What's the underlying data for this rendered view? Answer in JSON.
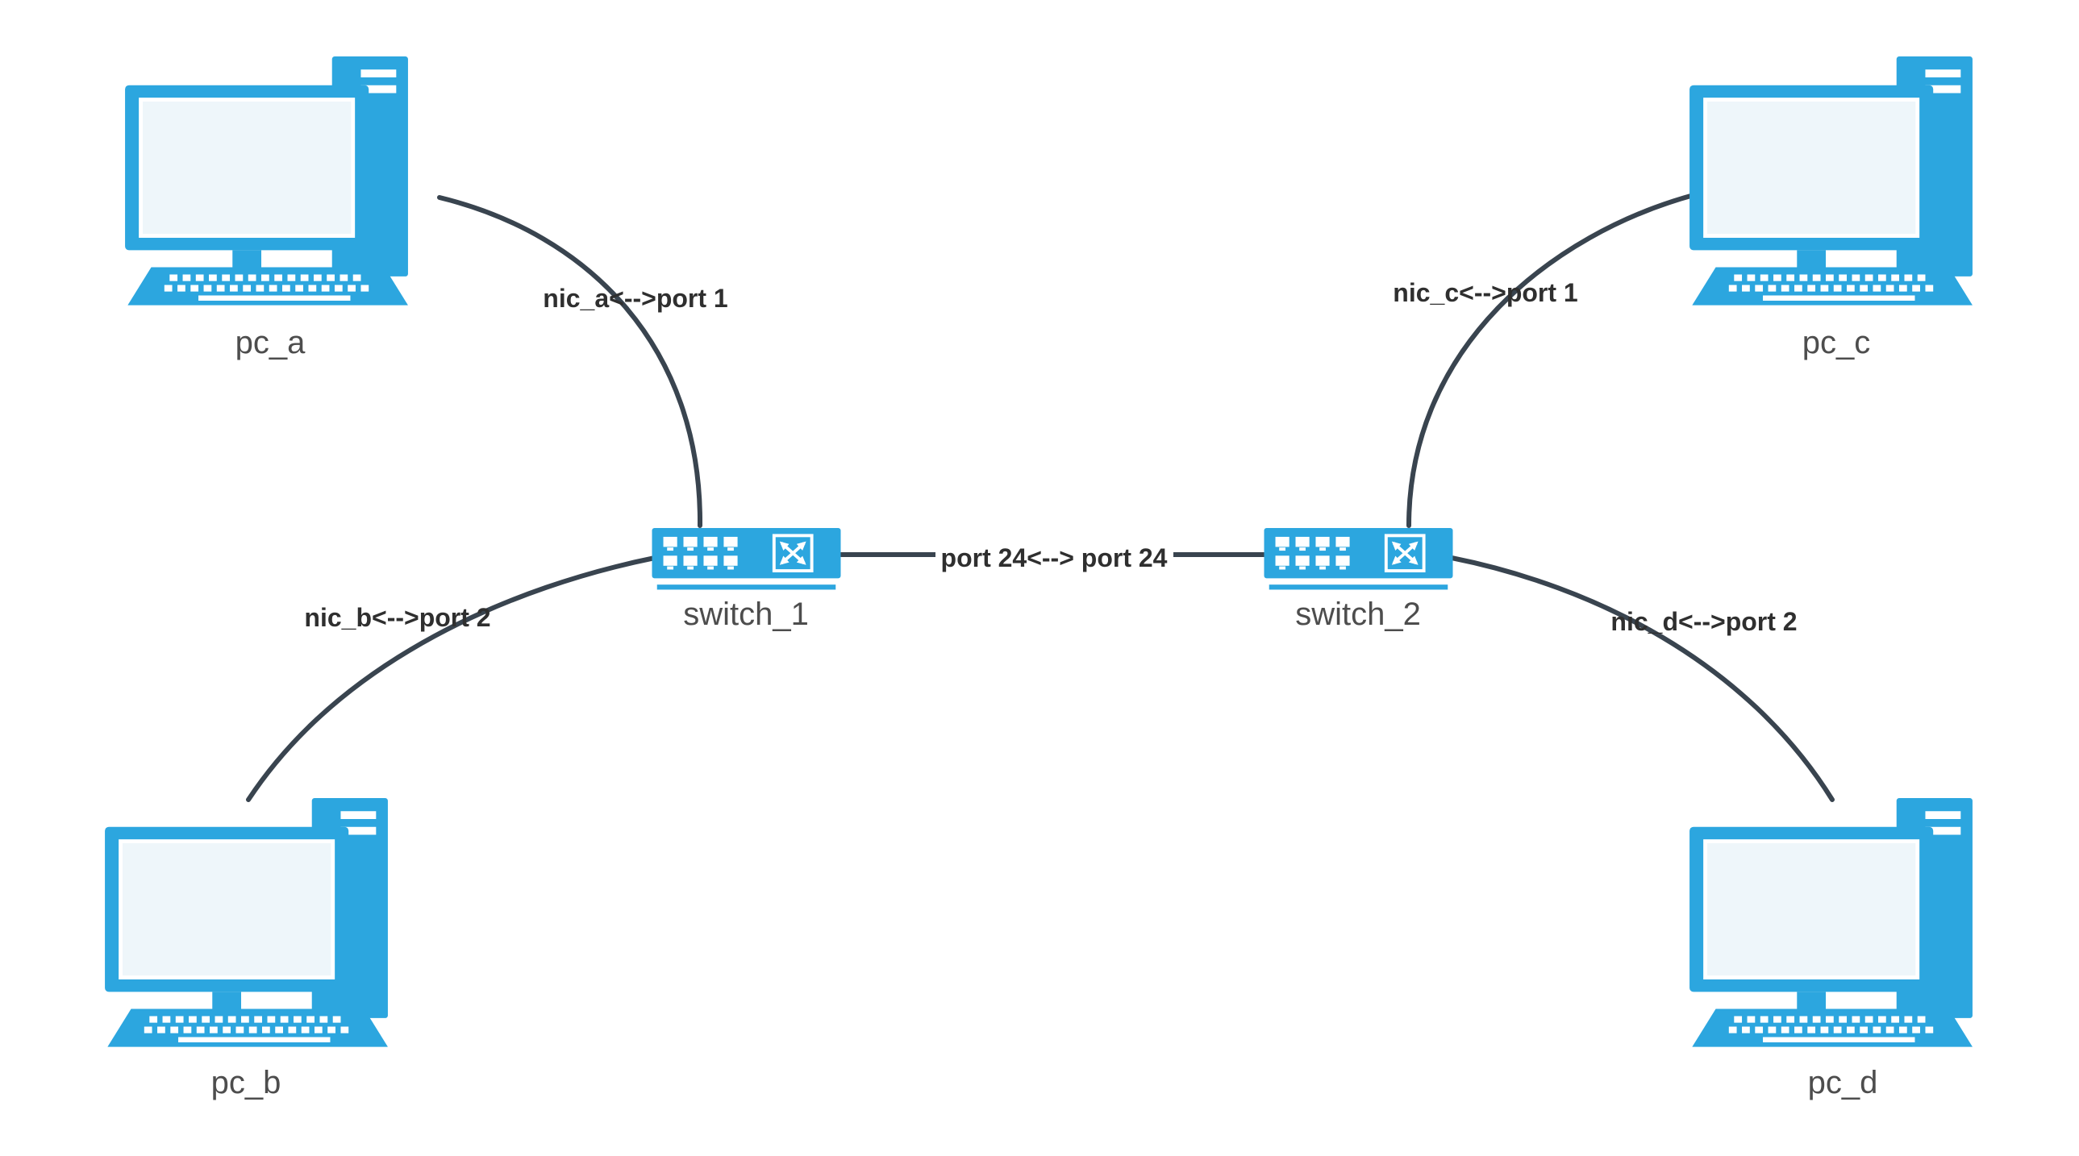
{
  "diagram": {
    "title": "network-topology",
    "colors": {
      "device_blue": "#2CA6DF",
      "screen_fill": "#EEF6FA",
      "edge_line": "#39444F",
      "node_label_text": "#4D4D4D",
      "edge_label_text": "#2F2F2F",
      "background": "#FFFFFF"
    },
    "nodes": [
      {
        "id": "pc_a",
        "kind": "pc",
        "label": "pc_a"
      },
      {
        "id": "pc_b",
        "kind": "pc",
        "label": "pc_b"
      },
      {
        "id": "pc_c",
        "kind": "pc",
        "label": "pc_c"
      },
      {
        "id": "pc_d",
        "kind": "pc",
        "label": "pc_d"
      },
      {
        "id": "switch_1",
        "kind": "switch",
        "label": "switch_1"
      },
      {
        "id": "switch_2",
        "kind": "switch",
        "label": "switch_2"
      }
    ],
    "edges": [
      {
        "from": "pc_a",
        "to": "switch_1",
        "label": "nic_a<-->port 1"
      },
      {
        "from": "pc_b",
        "to": "switch_1",
        "label": "nic_b<-->port 2"
      },
      {
        "from": "switch_1",
        "to": "switch_2",
        "label": "port 24<--> port 24"
      },
      {
        "from": "pc_c",
        "to": "switch_2",
        "label": "nic_c<-->port 1"
      },
      {
        "from": "pc_d",
        "to": "switch_2",
        "label": "nic_d<-->port 2"
      }
    ]
  }
}
